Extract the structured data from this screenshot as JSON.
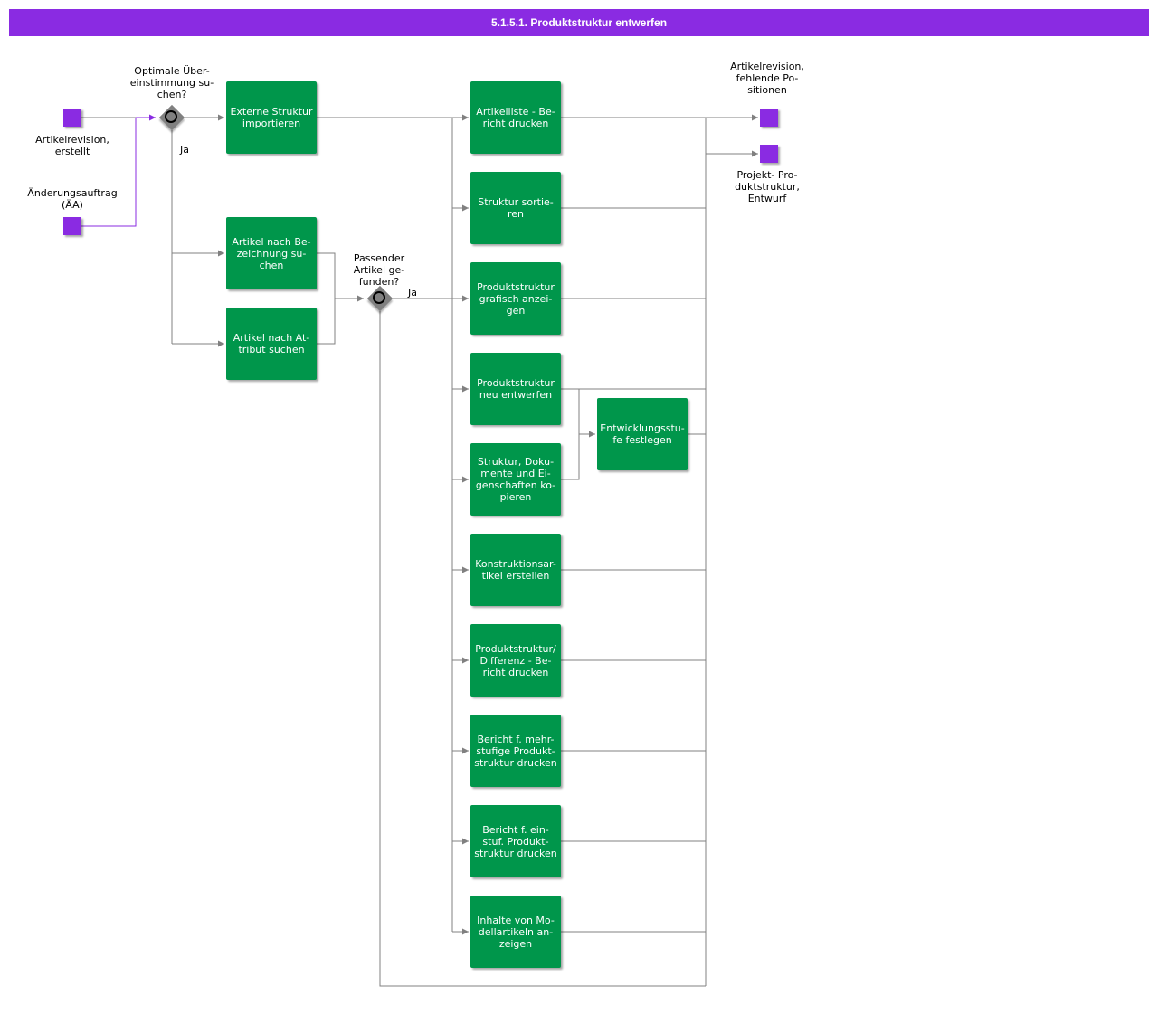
{
  "title": "5.1.5.1. Produktstruktur entwerfen",
  "colors": {
    "header": "#8a2be2",
    "task": "#00964b",
    "event": "#8a2be2",
    "gateway": "#808080",
    "connector": "#808080"
  },
  "events": {
    "start_revision": "Artikelrevision,\nerstellt",
    "start_change_order": "Änderungsauftrag\n(ÄA)",
    "end_missing_positions": "Artikelrevision,\nfehlende  Po-\nsitionen",
    "end_project_structure": "Projekt-   Pro-\nduktstruktur,\nEntwurf"
  },
  "gateways": {
    "optimal_match": {
      "question": "Optimale  Über-\neinstimmung  su-\nchen?",
      "yes": "Ja"
    },
    "matching_article": {
      "question": "Passender\nArtikel ge-\nfunden?",
      "yes": "Ja"
    }
  },
  "tasks": {
    "import_external": "Externe Struktur\nimportieren",
    "search_by_name": "Artikel nach Be-\nzeichnung su-\nchen",
    "search_by_attribute": "Artikel nach At-\ntribut suchen",
    "print_article_list": "Artikelliste - Be-\nricht drucken",
    "sort_structure": "Struktur sortie-\nren",
    "show_graphically": "Produktstruktur\ngrafisch anzei-\ngen",
    "design_new": "Produktstruktur\nneu entwerfen",
    "copy_structure": "Struktur, Doku-\nmente und Ei-\ngenschaften ko-\npieren",
    "set_dev_stage": "Entwicklungsstu-\nfe festlegen",
    "create_design_article": "Konstruktionsar-\ntikel erstellen",
    "print_difference": "Produktstruktur/\nDifferenz - Be-\nricht drucken",
    "print_multilevel": "Bericht f. mehr-\nstufige Produkt-\nstruktur drucken",
    "print_singlelevel": "Bericht f. ein-\nstuf. Produkt-\nstruktur drucken",
    "show_model_contents": "Inhalte von Mo-\ndellartikeln an-\nzeigen"
  }
}
